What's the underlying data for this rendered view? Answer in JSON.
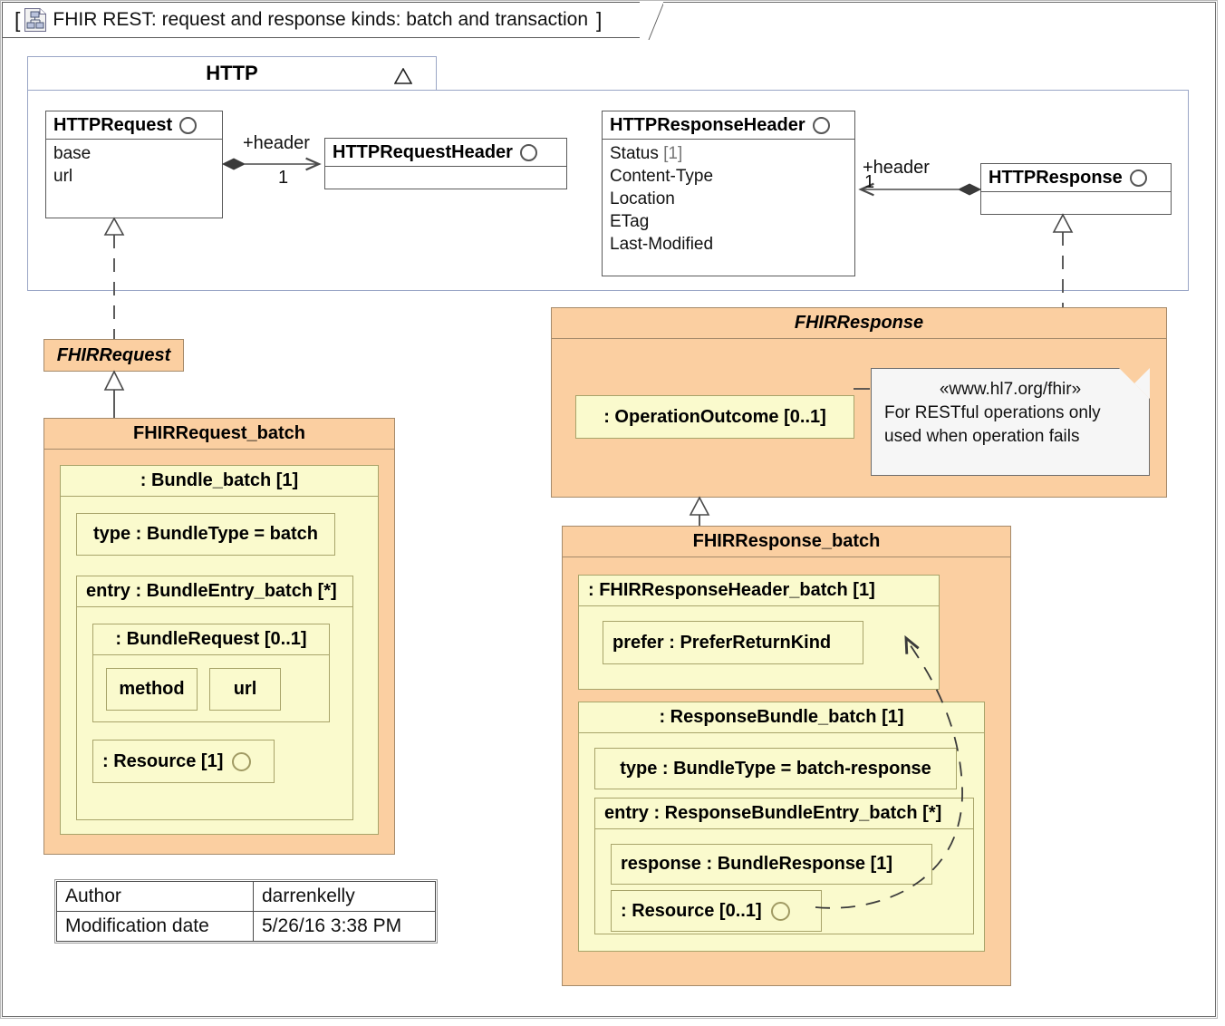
{
  "diagram": {
    "title": "FHIR REST: request and response kinds: batch and transaction",
    "bracket_open": "[",
    "bracket_close": "]",
    "icon": "class-diagram-icon"
  },
  "package": {
    "name": "HTTP",
    "expand_icon": "triangle-icon"
  },
  "classes": {
    "http_request": {
      "name": "HTTPRequest",
      "icon": "circle-icon",
      "attributes": [
        "base",
        "url"
      ]
    },
    "http_request_header": {
      "name": "HTTPRequestHeader",
      "icon": "circle-icon",
      "attributes": []
    },
    "http_response_header": {
      "name": "HTTPResponseHeader",
      "icon": "circle-icon",
      "attributes": [
        "Status",
        "Content-Type",
        "Location",
        "ETag",
        "Last-Modified"
      ],
      "status_multiplicity": "[1]"
    },
    "http_response": {
      "name": "HTTPResponse",
      "icon": "circle-icon",
      "attributes": []
    }
  },
  "associations": {
    "request_header": {
      "role": "+header",
      "multiplicity": "1"
    },
    "response_header": {
      "role": "+header",
      "multiplicity": "1"
    }
  },
  "fhir_request": {
    "abstract_name": "FHIRRequest",
    "batch": {
      "name": "FHIRRequest_batch",
      "bundle": {
        "header": ": Bundle_batch [1]",
        "type_prop": "type : BundleType = batch",
        "entry": {
          "header": "entry : BundleEntry_batch [*]",
          "bundle_request": {
            "header": ": BundleRequest [0..1]",
            "fields": [
              "method",
              "url"
            ]
          },
          "resource": {
            "label": ": Resource [1]",
            "icon": "circle-icon"
          }
        }
      }
    }
  },
  "fhir_response": {
    "abstract_name": "FHIRResponse",
    "operation_outcome": ": OperationOutcome [0..1]",
    "note": {
      "stereotype": "«www.hl7.org/fhir»",
      "line1": "For RESTful operations only",
      "line2": "used when operation fails"
    },
    "batch": {
      "name": "FHIRResponse_batch",
      "response_header": {
        "header": ": FHIRResponseHeader_batch [1]",
        "prefer": "prefer : PreferReturnKind"
      },
      "response_bundle": {
        "header": ": ResponseBundle_batch [1]",
        "type_prop": "type : BundleType = batch-response",
        "entry": {
          "header": "entry : ResponseBundleEntry_batch [*]",
          "response": "response : BundleResponse [1]",
          "resource": {
            "label": ": Resource [0..1]",
            "icon": "circle-icon"
          }
        }
      }
    }
  },
  "metadata": {
    "rows": [
      {
        "key": "Author",
        "value": "darrenkelly"
      },
      {
        "key": "Modification date",
        "value": "5/26/16 3:38 PM"
      }
    ]
  },
  "colors": {
    "orange_fill": "#fbcfa1",
    "yellow_fill": "#fafacd",
    "package_border": "#9aa6c6",
    "note_fill": "#f6f6f6"
  }
}
